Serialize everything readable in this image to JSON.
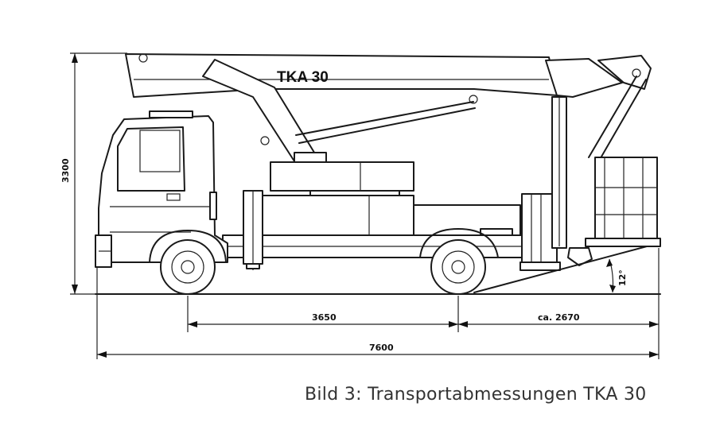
{
  "diagram": {
    "model_label": "TKA 30",
    "dimensions": {
      "height": "3300",
      "wheelbase": "3650",
      "rear_overhang": "ca. 2670",
      "overall_length": "7600",
      "departure_angle": "12°"
    }
  },
  "caption": "Bild 3: Transportabmessungen TKA 30"
}
